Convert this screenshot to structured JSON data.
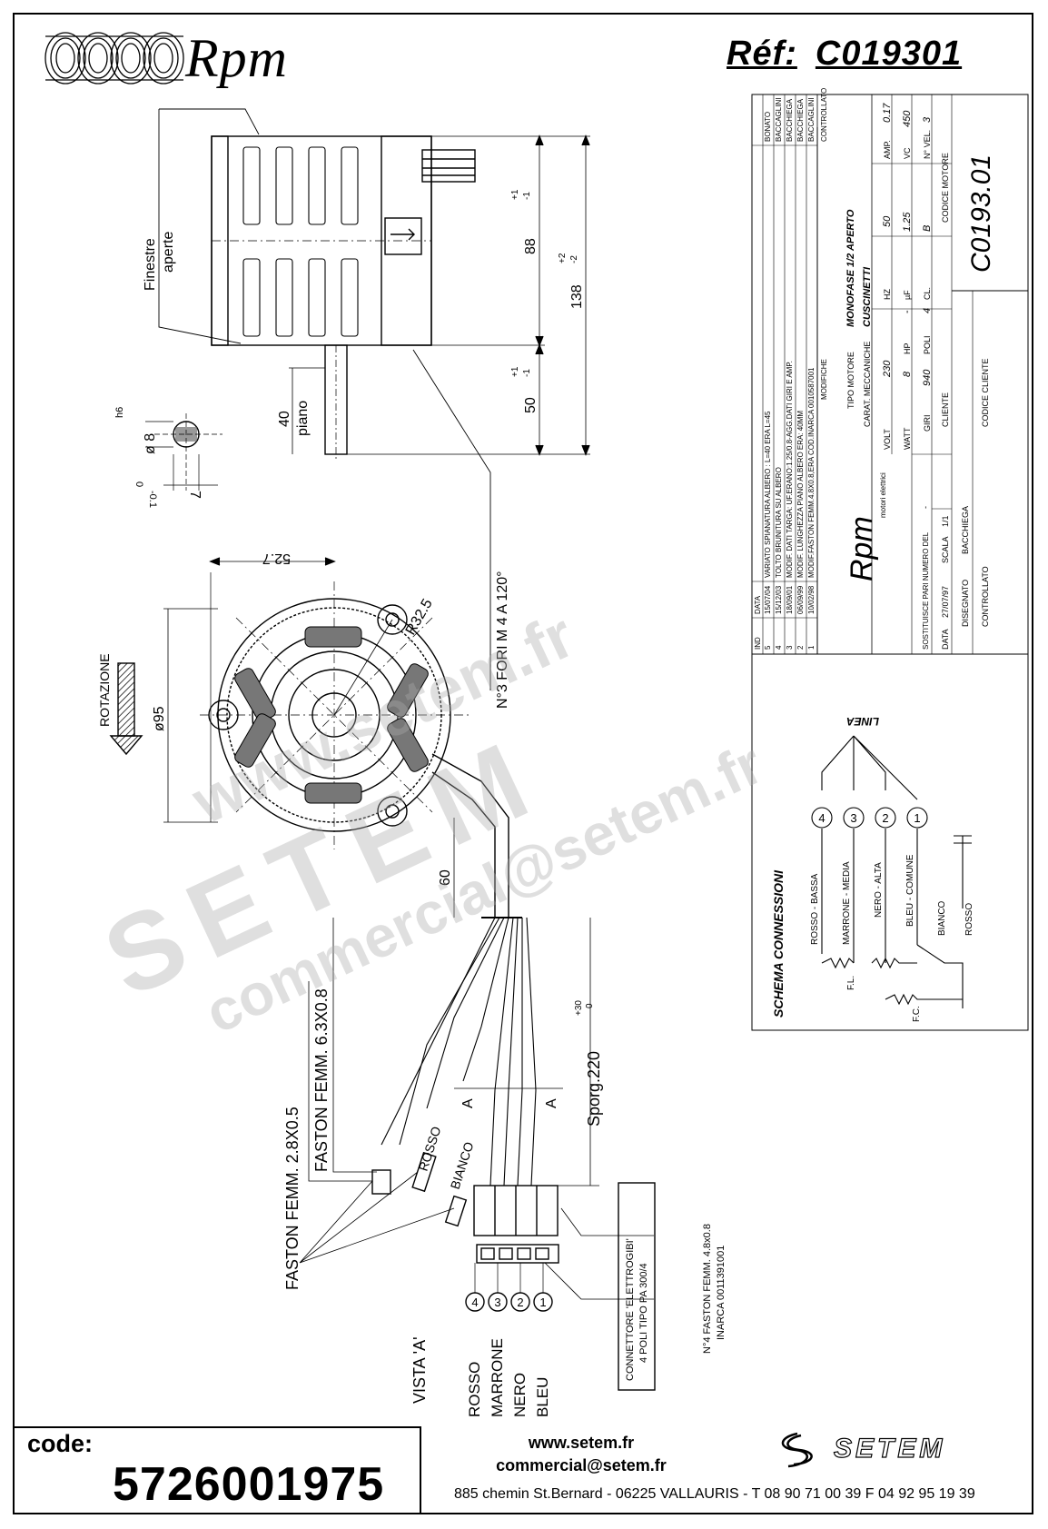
{
  "header": {
    "brand": "Rpm",
    "reference_label": "Réf:",
    "reference_value": "C019301"
  },
  "drawing": {
    "top_view": {
      "windows_label": [
        "Finestre",
        "aperte"
      ],
      "dim_88": "88",
      "dim_88_tol": [
        "+1",
        "-1"
      ],
      "dim_138": "138",
      "dim_138_tol": [
        "+2",
        "-2"
      ],
      "dim_50": "50",
      "dim_50_tol": [
        "+1",
        "-1"
      ],
      "dim_40": "40",
      "plane_label": "piano"
    },
    "shaft_detail": {
      "diameter": "ø 8",
      "fit": "h6",
      "flat": "7",
      "flat_tol": [
        "0",
        "-0.1"
      ]
    },
    "front_view": {
      "dim_52_7": "52.7",
      "radius": "R32.5",
      "diameter": "ø95",
      "holes": "N°3 FORI M 4 A 120°",
      "rotation_label": "ROTAZIONE",
      "dim_60": "60"
    },
    "cables": {
      "faston_small": "FASTON FEMM. 2.8X0.5",
      "faston_large": "FASTON FEMM. 6.3X0.8",
      "rosso": "ROSSO",
      "bianco": "BIANCO",
      "section_a1": "A",
      "section_a2": "A",
      "sporg": "Sporg.220",
      "sporg_tol": [
        "+30",
        "0"
      ],
      "connector": [
        "CONNETTORE 'ELETTROGIBI'",
        "4 POLI TIPO PA 300/4"
      ],
      "faston_four": [
        "N°4 FASTON FEMM. 4.8x0.8",
        "INARCA 0011391001"
      ],
      "view_a": "VISTA 'A'",
      "pins": [
        {
          "num": "4",
          "color": "ROSSO"
        },
        {
          "num": "3",
          "color": "MARRONE"
        },
        {
          "num": "2",
          "color": "NERO"
        },
        {
          "num": "1",
          "color": "BLEU"
        }
      ]
    }
  },
  "title_block": {
    "revisions_header": {
      "ind": "IND",
      "data": "DATA",
      "modifiche": "MODIFICHE",
      "disegnato": "DISEGNATO",
      "controllato": "CONTROLLATO"
    },
    "revisions": [
      {
        "ind": "5",
        "data": "15/07/04",
        "text": "VARIATO SPIANATURA ALBERO : L=40 ERA L=45",
        "by": "BONATO"
      },
      {
        "ind": "4",
        "data": "15/12/03",
        "text": "TOLTO BRUNITURA SU ALBERO",
        "by": "BACCAGLINI"
      },
      {
        "ind": "3",
        "data": "18/09/01",
        "text": "MODIF. DATI TARGA: UF.ERANO:1.25/0.8-AGG.DATI GIRI E AMP.",
        "by": "BACCHIEGA"
      },
      {
        "ind": "2",
        "data": "06/09/99",
        "text": "MODIF. LUNGHEZZA PIANO ALBERO ERA: 40MM",
        "by": "BACCHIEGA"
      },
      {
        "ind": "1",
        "data": "10/02/98",
        "text": "MODIF.FASTON FEMM.4.8X0.8,ERA COD.INARCA 0010587001",
        "by": "BACCAGLINI"
      }
    ],
    "company": "Rpm",
    "company_sub": "motori elettrici",
    "tipo_motore_label": "TIPO MOTORE",
    "tipo_motore": "MONOFASE 1/2 APERTO",
    "carat_label": "CARAT. MECCANICHE",
    "carat": "CUSCINETTI",
    "specs": [
      {
        "label": "VOLT",
        "value": "230"
      },
      {
        "label": "HZ",
        "value": "50"
      },
      {
        "label": "AMP.",
        "value": "0.17"
      },
      {
        "label": "WATT",
        "value": "8"
      },
      {
        "label": "HP",
        "value": "-"
      },
      {
        "label": "µF",
        "value": "1.25"
      },
      {
        "label": "VC",
        "value": "450"
      },
      {
        "label": "GIRI",
        "value": "940"
      },
      {
        "label": "POLI",
        "value": "4"
      },
      {
        "label": "CL.",
        "value": "B"
      },
      {
        "label": "N° VEL.",
        "value": "3"
      }
    ],
    "sostituisce_label": "SOSTITUISCE PARI NUMERO DEL",
    "sostituisce_value": "-",
    "data_label": "DATA",
    "data_value": "27/07/97",
    "scala_label": "SCALA",
    "scala_value": "1/1",
    "cliente_label": "CLIENTE",
    "disegnato_label": "DISEGNATO",
    "disegnato_value": "BACCHIEGA",
    "controllato_label": "CONTROLLATO",
    "codice_cliente_label": "CODICE CLIENTE",
    "codice_motore_label": "CODICE MOTORE",
    "codice_motore": "C0193.01"
  },
  "schema": {
    "title": "SCHEMA CONNESSIONI",
    "linea": "LINEA",
    "terminals": [
      "4",
      "3",
      "2",
      "1"
    ],
    "wires": [
      "ROSSO - BASSA",
      "MARRONE - MEDIA",
      "NERO - ALTA",
      "BLEU - COMUNE",
      "BIANCO",
      "ROSSO"
    ],
    "fl": "F.L.",
    "fc": "F.C."
  },
  "footer": {
    "code_label": "code:",
    "code_value": "5726001975",
    "website": "www.setem.fr",
    "email": "commercial@setem.fr",
    "address": "885 chemin St.Bernard  -  06225 VALLAURIS  -  T 08 90 71 00 39   F 04 92 95 19 39",
    "setem_brand": "SETEM"
  },
  "watermark": {
    "big": "SETEM",
    "url": "www.setem.fr",
    "email": "commercial@setem.fr"
  }
}
